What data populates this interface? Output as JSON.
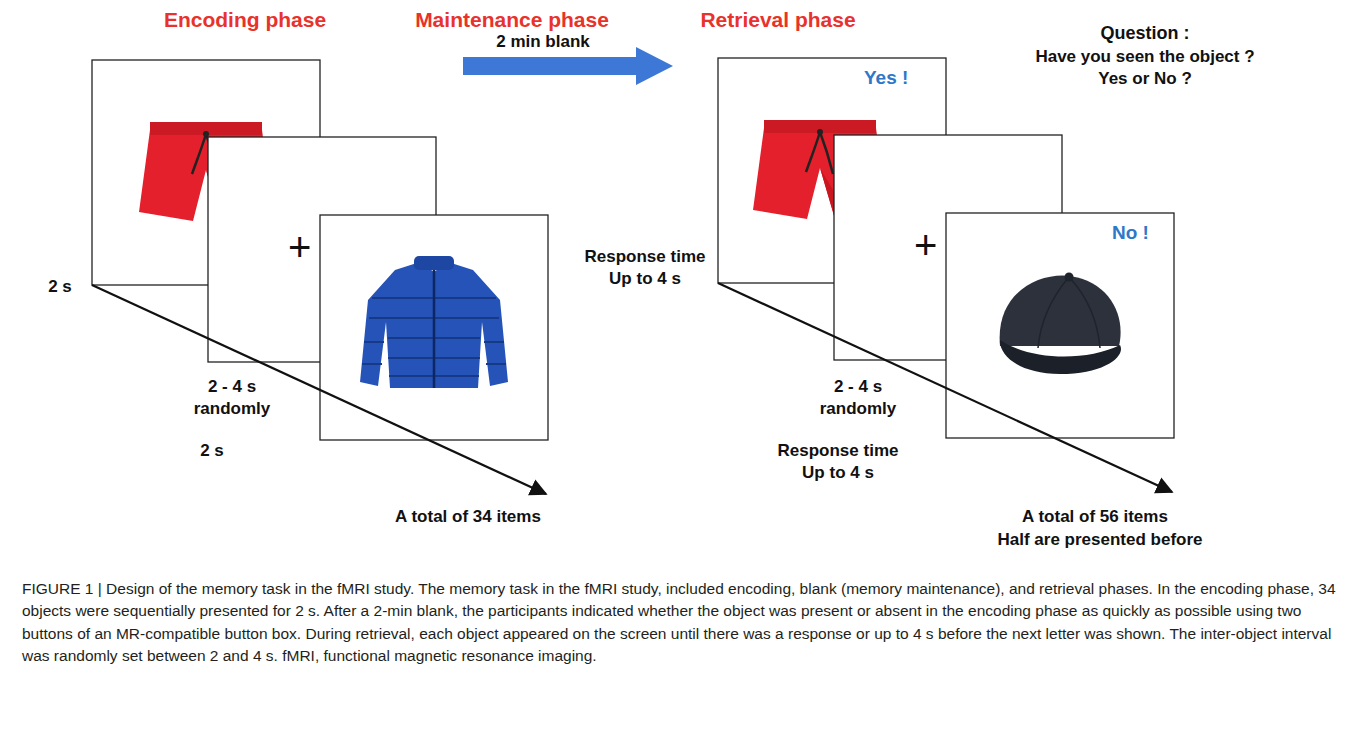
{
  "diagram": {
    "caption": "FIGURE 1 | Design of the memory task in the fMRI study. The memory task in the fMRI study, included encoding, blank (memory maintenance), and retrieval phases. In the encoding phase, 34 objects were sequentially presented for 2 s. After a 2-min blank, the participants indicated whether the object was present or absent in the encoding phase as quickly as possible using two buttons of an MR-compatible button box. During retrieval, each object appeared on the screen until there was a response or up to 4 s before the next letter was shown. The inter-object interval was randomly set between 2 and 4 s. fMRI, functional magnetic resonance imaging.",
    "nodes": [
      {
        "text": [
          "+"
        ]
      },
      {
        "text": [
          "Yes !"
        ]
      },
      {
        "text": [
          "+"
        ]
      },
      {
        "text": [
          "No !"
        ]
      }
    ],
    "labels": [
      "Encoding phase",
      "Maintenance phase",
      "Retrieval phase",
      "2 min blank",
      "Question :",
      "Have you seen the object ? Yes or No ?",
      "2 s",
      "2 - 4 s randomly",
      "2 s",
      "A total of 34 items",
      "Response time Up to 4 s",
      "2 - 4 s randomly",
      "Response time Up to 4 s",
      "A total of 56 items",
      "Half are presented before"
    ]
  }
}
